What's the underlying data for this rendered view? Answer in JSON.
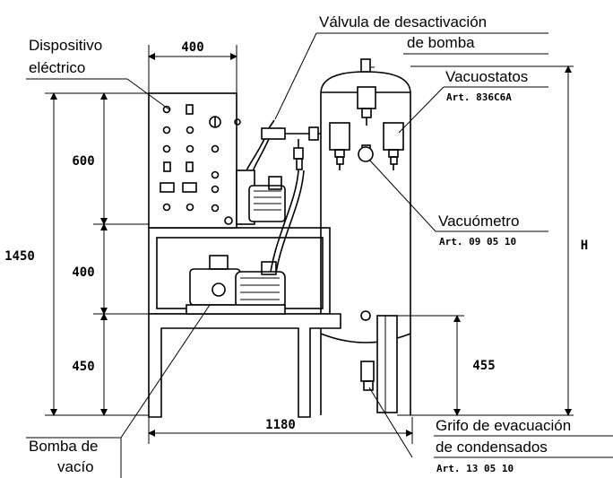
{
  "labels": {
    "electrical_device_line1": "Dispositivo",
    "electrical_device_line2": "eléctrico",
    "valve_line1": "Válvula de desactivación",
    "valve_line2": "de bomba",
    "vacuum_switches": "Vacuostatos",
    "vacuum_switches_art": "Art. 836C6A",
    "vacuum_gauge": "Vacuómetro",
    "vacuum_gauge_art": "Art. 09 05 10",
    "drain_valve_line1": "Grifo de evacuación",
    "drain_valve_line2": "de condensados",
    "drain_valve_art": "Art. 13 05 10",
    "pump_line1": "Bomba de",
    "pump_line2": "vacío"
  },
  "dimensions": {
    "top_width": "400",
    "section_top": "600",
    "section_middle": "400",
    "section_bottom": "450",
    "total_height": "1450",
    "base_width": "1180",
    "drain_height": "455",
    "tank_height": "H"
  }
}
